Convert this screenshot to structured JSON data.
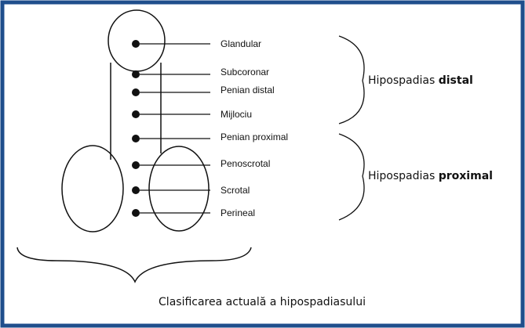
{
  "colors": {
    "border": "#1f4e8c",
    "ink": "#111111"
  },
  "levels": [
    {
      "label": "Glandular"
    },
    {
      "label": "Subcoronar"
    },
    {
      "label": "Penian distal"
    },
    {
      "label": "Mijlociu"
    },
    {
      "label": "Penian proximal"
    },
    {
      "label": "Penoscrotal"
    },
    {
      "label": "Scrotal"
    },
    {
      "label": "Perineal"
    }
  ],
  "groups": {
    "distal": {
      "prefix": "Hipospadias ",
      "bold": "distal"
    },
    "proximal": {
      "prefix": "Hipospadias ",
      "bold": "proximal"
    }
  },
  "caption": "Clasificarea actuală a hipospadiasului"
}
